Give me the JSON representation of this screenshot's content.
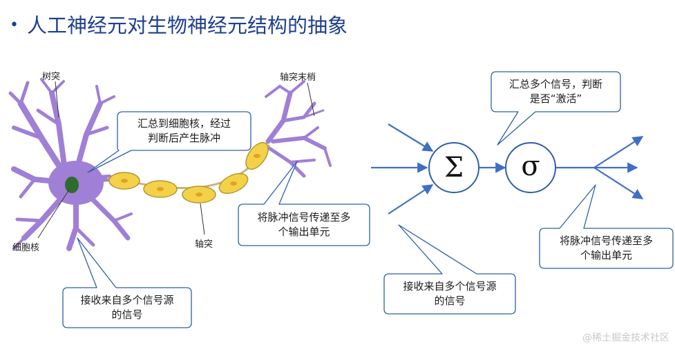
{
  "title": "人工神经元对生物神经元结构的抽象",
  "neuron": {
    "dendrite_label": "树突",
    "axon_terminal_label": "轴突末梢",
    "nucleus_label": "细胞核",
    "axon_label": "轴突"
  },
  "callouts": {
    "bio_soma": "汇总到细胞核，经过\n判断后产生脉冲",
    "bio_output": "将脉冲信号传递至多\n个输出单元",
    "bio_input": "接收来自多个信号源\n的信号",
    "art_activate": "汇总多个信号，判断\n是否“激活”",
    "art_input": "接收来自多个信号源\n的信号",
    "art_output": "将脉冲信号传递至多\n个输出单元"
  },
  "nodes": {
    "sum_symbol": "Σ",
    "activation_symbol": "σ"
  },
  "colors": {
    "title": "#1d3f8f",
    "neuron_fill": "#a07fd6",
    "axon_fill": "#f3d24a",
    "nucleus": "#2f6b2f",
    "arrow": "#3f6fc4",
    "callout_border": "#2d5fa8"
  },
  "watermark": "@稀土掘金技术社区"
}
